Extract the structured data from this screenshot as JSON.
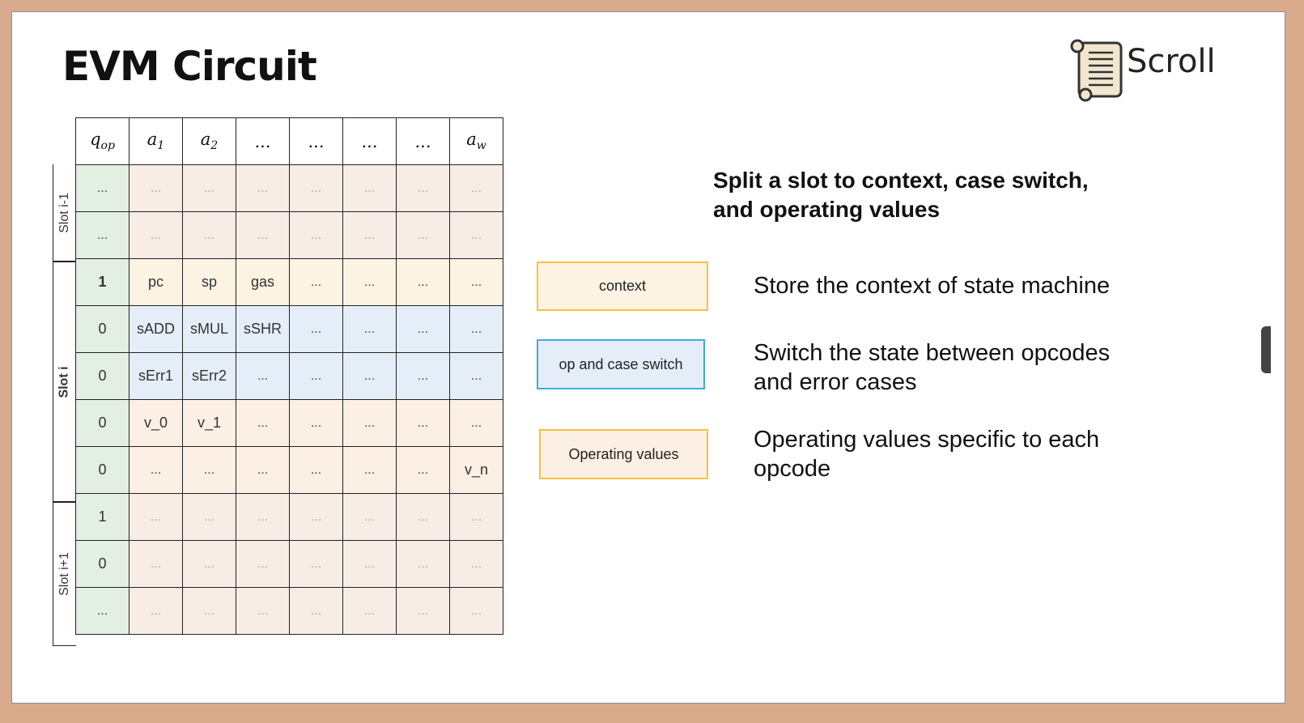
{
  "slide": {
    "title": "EVM Circuit",
    "logo_text": "Scroll",
    "heading_line1": "Split a slot to context, case switch,",
    "heading_line2": "and operating values"
  },
  "table": {
    "headers": [
      "q_op",
      "a_1",
      "a_2",
      "...",
      "...",
      "...",
      "...",
      "a_w"
    ],
    "slot_labels": {
      "prev": "Slot i-1",
      "current": "Slot i",
      "next": "Slot i+1"
    },
    "rows": [
      [
        "...",
        "...",
        "...",
        "...",
        "...",
        "...",
        "...",
        "..."
      ],
      [
        "...",
        "...",
        "...",
        "...",
        "...",
        "...",
        "...",
        "..."
      ],
      [
        "1",
        "pc",
        "sp",
        "gas",
        "...",
        "...",
        "...",
        "..."
      ],
      [
        "0",
        "sADD",
        "sMUL",
        "sSHR",
        "...",
        "...",
        "...",
        "..."
      ],
      [
        "0",
        "sErr1",
        "sErr2",
        "...",
        "...",
        "...",
        "...",
        "..."
      ],
      [
        "0",
        "v_0",
        "v_1",
        "...",
        "...",
        "...",
        "...",
        "..."
      ],
      [
        "0",
        "...",
        "...",
        "...",
        "...",
        "...",
        "...",
        "v_n"
      ],
      [
        "1",
        "...",
        "...",
        "...",
        "...",
        "...",
        "...",
        "..."
      ],
      [
        "0",
        "...",
        "...",
        "...",
        "...",
        "...",
        "...",
        "..."
      ],
      [
        "...",
        "...",
        "...",
        "...",
        "...",
        "...",
        "...",
        "..."
      ]
    ]
  },
  "legend": [
    {
      "label": "context",
      "description_line1": "Store the context of state machine",
      "description_line2": "",
      "border": "#f5c242",
      "fill": "#fdf3e3"
    },
    {
      "label": "op and case switch",
      "description_line1": "Switch the state between opcodes",
      "description_line2": "and error cases",
      "border": "#3aaee0",
      "fill": "#e5eef8"
    },
    {
      "label": "Operating values",
      "description_line1": "Operating values specific to each",
      "description_line2": "opcode",
      "border": "#f5c242",
      "fill": "#fcefe3"
    }
  ]
}
